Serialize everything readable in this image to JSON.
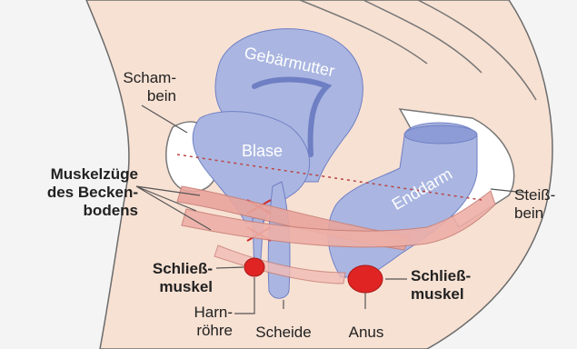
{
  "organs": {
    "uterus": "Gebärmutter",
    "bladder": "Blase",
    "rectum": "Enddarm"
  },
  "labels": {
    "pubic_bone": [
      "Scham-",
      "bein"
    ],
    "pelvic_floor": [
      "Muskelzüge",
      "des Becken-",
      "bodens"
    ],
    "tailbone": [
      "Steiß-",
      "bein"
    ],
    "sphincter_left": [
      "Schließ-",
      "muskel"
    ],
    "sphincter_right": [
      "Schließ-",
      "muskel"
    ],
    "urethra": [
      "Harn-",
      "röhre"
    ],
    "vagina": "Scheide",
    "anus": "Anus"
  },
  "colors": {
    "organ": "#a9b5e0",
    "organ_dark": "#7d8ecf",
    "muscle": "#e8a39b",
    "sphincter": "#e02424",
    "bone": "#ffffff",
    "skin": "#f6dfd0"
  }
}
